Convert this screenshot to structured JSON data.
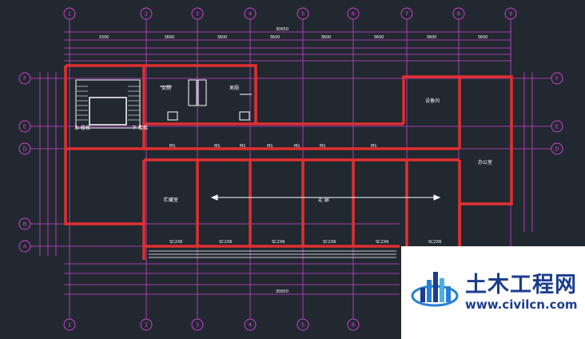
{
  "drawing": {
    "colors": {
      "background": "#212830",
      "wall": "#e03030",
      "dim": "#d040d0",
      "axis_bubble": "#d040d0",
      "fill": "#ffffff",
      "text": "#ffffff"
    },
    "axis_labels_top": [
      "1",
      "2",
      "3",
      "4",
      "5",
      "6",
      "7",
      "8",
      "9"
    ],
    "axis_labels_left": [
      "F",
      "E",
      "D",
      "B",
      "A"
    ],
    "overall_dimension": "30650",
    "top_dimensions": [
      "3300",
      "3600",
      "3600",
      "3600",
      "3600",
      "3600",
      "3600",
      "3600"
    ],
    "room_labels": {
      "stair_up": "上 楼梯",
      "stair_down": "下 楼梯",
      "toilet_women": "女厕",
      "toilet_men": "男厕",
      "equipment": "设备间",
      "office": "办公室",
      "storage": "贮藏室",
      "corridor": "走 廊"
    },
    "window_tags": [
      "SC2X6",
      "SC2X6",
      "SC2X6",
      "SC2X6",
      "SC2X6",
      "SC2X6"
    ],
    "door_tags": [
      "M1",
      "M1",
      "M1",
      "M1",
      "M1",
      "M1",
      "M1"
    ]
  },
  "watermark": {
    "title": "土木工程网",
    "url": "www.civilcn.com",
    "logo": "building-logo-icon"
  }
}
